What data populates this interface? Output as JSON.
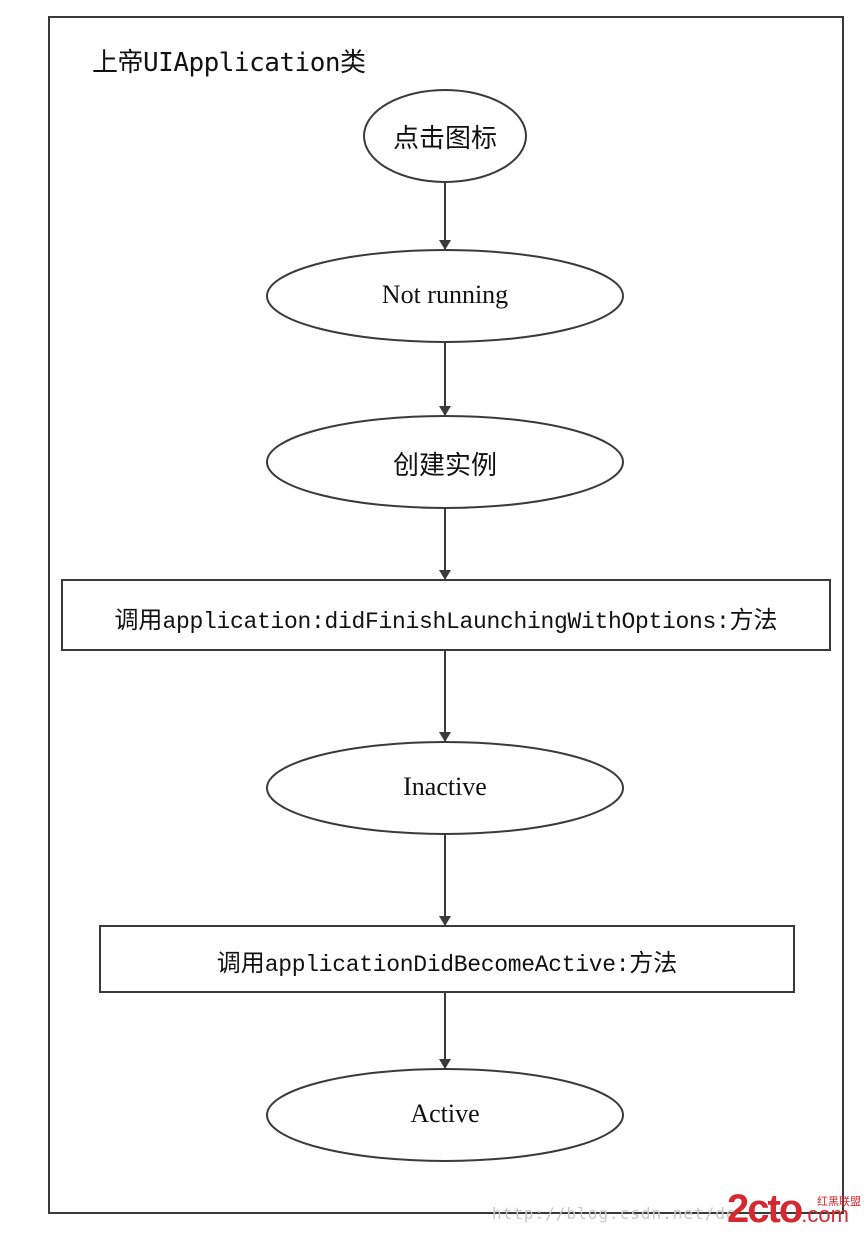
{
  "container": {
    "title_prefix": "上帝",
    "title_code": "UIApplication",
    "title_suffix": "类"
  },
  "nodes": {
    "click_icon": "点击图标",
    "not_running": "Not running",
    "create_instance": "创建实例",
    "call_did_finish": {
      "prefix": "调用",
      "code": "application:didFinishLaunchingWithOptions:",
      "suffix": "方法"
    },
    "inactive": "Inactive",
    "call_did_become": {
      "prefix": "调用",
      "code": "applicationDidBecomeActive:",
      "suffix": "方法"
    },
    "active": "Active"
  },
  "footer": {
    "watermark": "http://blog.csdn.net/de",
    "logo": "2cto",
    "logo_suffix": ".com",
    "logo_side": "红黑联盟"
  },
  "colors": {
    "stroke": "#3a3a3a",
    "logo": "#d6282f"
  }
}
